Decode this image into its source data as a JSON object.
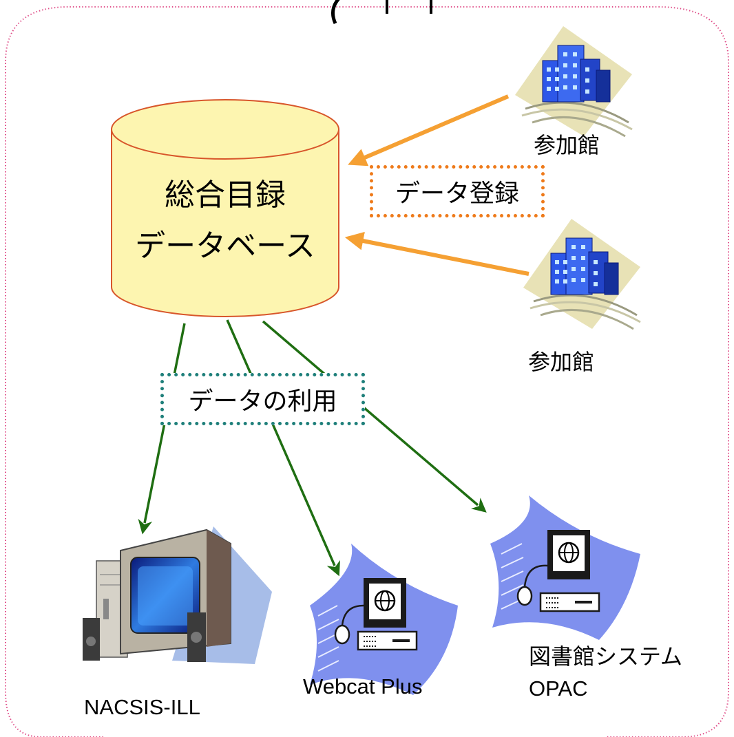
{
  "database": {
    "line1": "総合目録",
    "line2": "データベース"
  },
  "libraries": [
    {
      "label": "参加館"
    },
    {
      "label": "参加館"
    }
  ],
  "flows": {
    "registration_label": "データ登録",
    "usage_label": "データの利用"
  },
  "systems": [
    {
      "label": "NACSIS-ILL"
    },
    {
      "label": "Webcat Plus"
    },
    {
      "label_line1": "図書館システム",
      "label_line2": "OPAC"
    }
  ],
  "colors": {
    "frame": "#e0508a",
    "db_fill": "#fdf5b0",
    "db_stroke": "#d8562b",
    "registration_arrow": "#f5a033",
    "registration_box": "#ee7a1a",
    "usage_arrow": "#1f6e12",
    "usage_box": "#1e7f7a",
    "building": "#2d57e8",
    "swoosh": "#7f90ee"
  }
}
